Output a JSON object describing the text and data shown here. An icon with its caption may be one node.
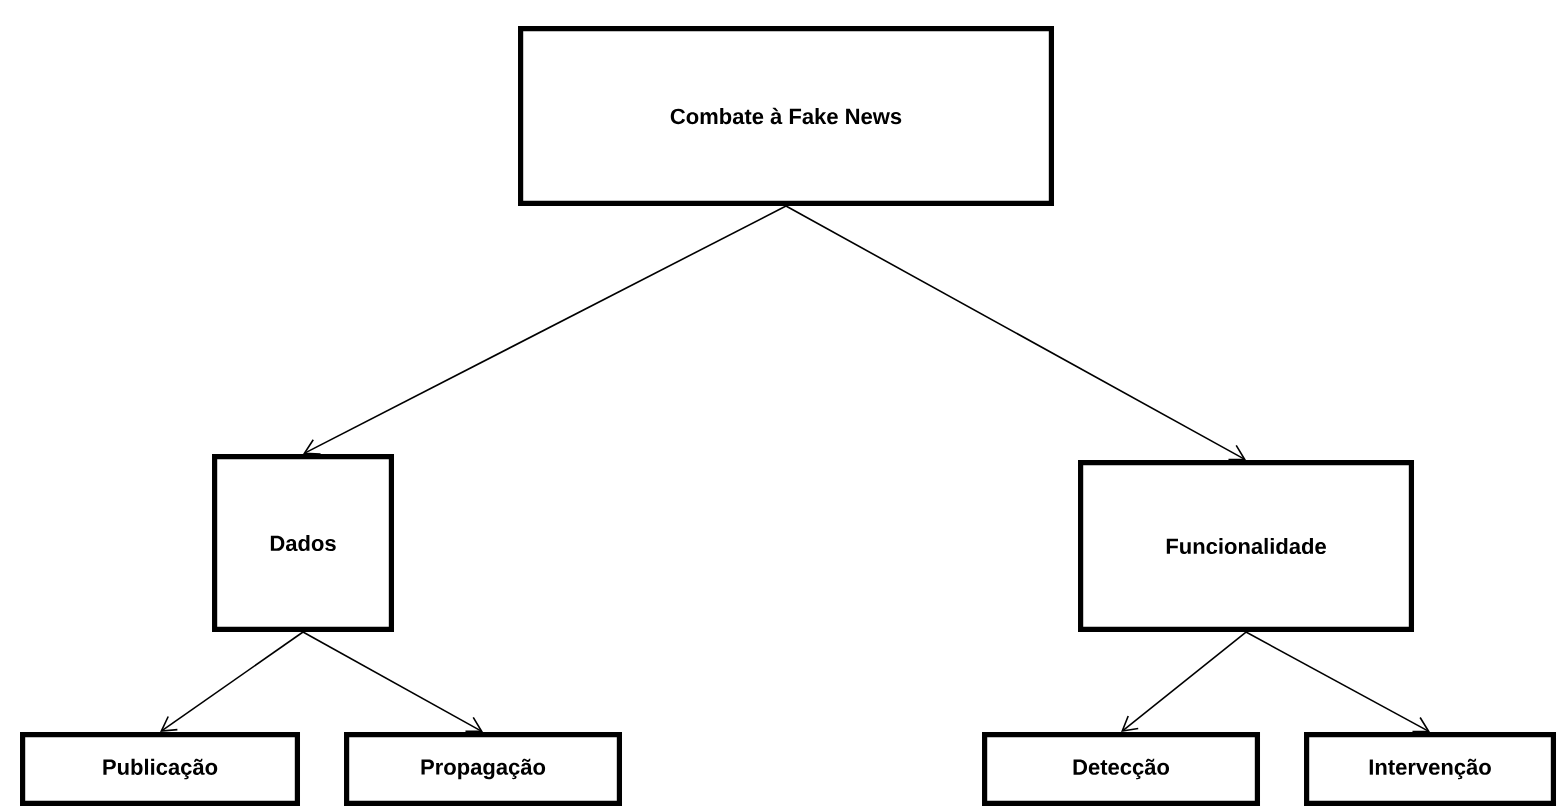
{
  "diagram": {
    "nodes": [
      {
        "text": [
          "Combate à Fake News"
        ]
      },
      {
        "text": [
          "Dados"
        ]
      },
      {
        "text": [
          "Funcionalidade"
        ]
      },
      {
        "text": [
          "Publicação"
        ]
      },
      {
        "text": [
          "Propagação"
        ]
      },
      {
        "text": [
          "Detecção"
        ]
      },
      {
        "text": [
          "Intervenção"
        ]
      }
    ],
    "edges": [
      {
        "from": 0,
        "to": 1,
        "arrow": "to"
      },
      {
        "from": 0,
        "to": 2,
        "arrow": "to"
      },
      {
        "from": 1,
        "to": 3,
        "arrow": "to"
      },
      {
        "from": 1,
        "to": 4,
        "arrow": "to"
      },
      {
        "from": 2,
        "to": 5,
        "arrow": "to"
      },
      {
        "from": 2,
        "to": 6,
        "arrow": "to"
      }
    ]
  }
}
